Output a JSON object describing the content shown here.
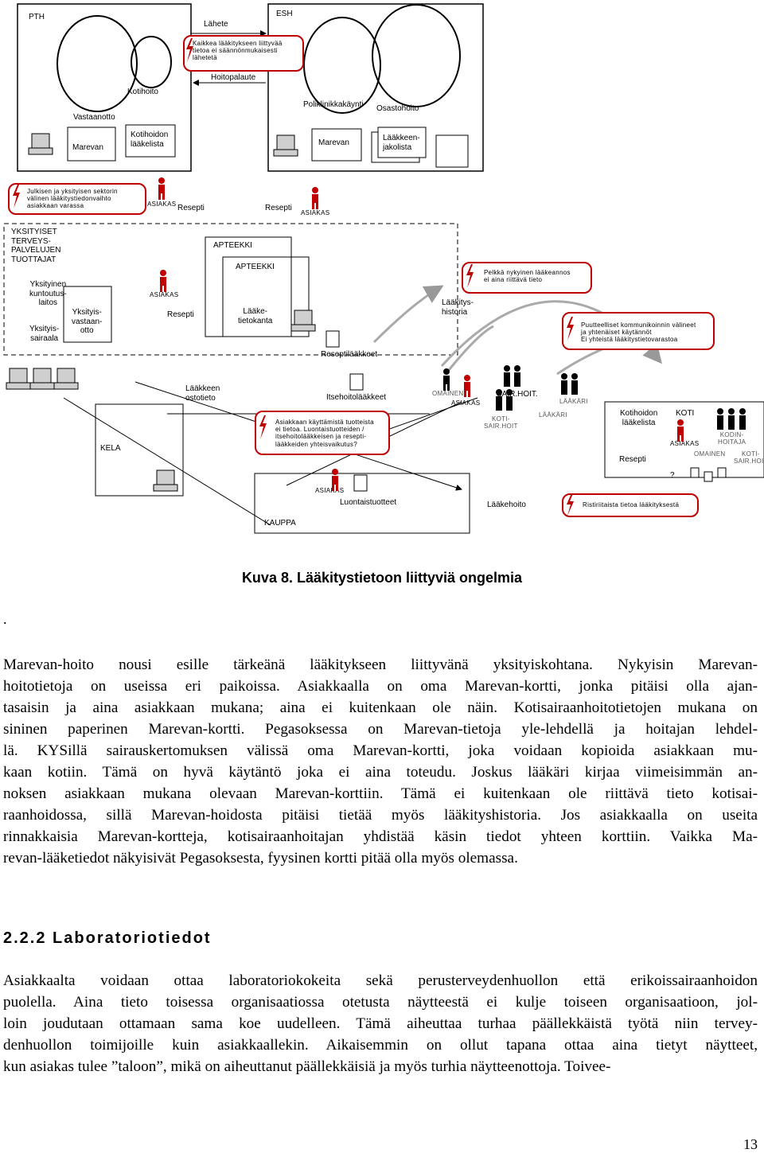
{
  "diagram": {
    "top": {
      "pth": "PTH",
      "esh": "ESH",
      "lahete": "Lähete",
      "hoitopalaute": "Hoitopalaute",
      "warning_top": "Kaikkea lääkitykseen liittyvää\ntietoa ei säännönmukaisesti\nlähetetä",
      "vastaanotto": "Vastaanotto",
      "kotihoito": "Kotihoito",
      "poliklinikkakaynti": "Poliklinikkakäynti",
      "osastohoito": "Osastohoito",
      "marevan_left": "Marevan",
      "kotihoidon_laakelista": "Kotihoidon\nlääkelista",
      "marevan_right": "Marevan",
      "laakkeenjakolista": "Lääkkeen-\njakolista"
    },
    "middle": {
      "warning_julkinen": "Julkisen ja yksityisen sektorin\nvälinen lääkitystiedonvaihto\nasiakkaan varassa",
      "asiakas_1": "ASIAKAS",
      "resepti_1": "Resepti",
      "resepti_2": "Resepti",
      "asiakas_2": "ASIAKAS",
      "yksityiset": "YKSITYISET\nTERVEYS-\nPALVELUJEN\nTUOTTAJAT",
      "kuntoutuslaitos": "Yksityinen\nkuntoutus-\nlaitos",
      "yksityisvastaanotto": "Yksityis-\nvastaan-\notto",
      "yksityissairaala": "Yksityis-\nsairaala",
      "apteekki_outer": "APTEEKKI",
      "apteekki_inner": "APTEEKKI",
      "asiakas_3": "ASIAKAS",
      "resepti_3": "Resepti",
      "laaketietokanta": "Lääke-\ntietokanta",
      "reseptilaakkeet": "Reseptilääkkeet",
      "laakityshistoria": "Lääkitys-\nhistoria",
      "warning_pelkka": "Pelkkä nykyinen lääkeannos\nei aina riittävä tieto",
      "warning_puutteelliset": "Puutteelliset kommunikoinnin välineet\nja yhtenäiset käytännöt\nEi yhteistä lääkitystietovarastoa"
    },
    "bottom": {
      "laakkeen_ostotieto": "Lääkkeen\nostotieto",
      "itsehoitolaakkeet": "Itsehoitolääkkeet",
      "warning_asiakkaan": "Asiakkaan käyttämistä tuotteista\nei tietoa. Luontaistuotteiden /\nitsehoitolääkkeisen ja resepti-\nlääkkeiden yhteisvaikutus?",
      "kela": "KELA",
      "omainen_1": "OMAINEN",
      "asiakas_4": "ASIAKAS",
      "sairhoit": "SAIR.HOIT.",
      "kotisairhoit": "KOTI-\nSAIR.HOIT",
      "laakari_1": "LÄÄKÄRI",
      "laakari_2": "LÄÄKÄRI",
      "kotihoidon_laakelista": "Kotihoidon\nlääkelista",
      "resepti_4": "Resepti",
      "koti": "KOTI",
      "asiakas_5": "ASIAKAS",
      "kodinhoitaja": "KODIN-\nHOITAJA",
      "omainen_2": "OMAINEN",
      "kotisairhoit_2": "KOTI-\nSAIR.HOIT",
      "question": "?",
      "asiakas_6": "ASIAKAS",
      "luontaistuotteet": "Luontaistuotteet",
      "laakehoito": "Lääkehoito",
      "warning_ristiriitaista": "Ristiriitaista tietoa lääkityksestä",
      "kauppa": "KAUPPA"
    }
  },
  "caption": "Kuva 8. Lääkitystietoon liittyviä ongelmia",
  "dot": ".",
  "paragraph_1_lines": [
    "Marevan-hoito nousi esille tärkeänä lääkitykseen liittyvänä yksityiskohtana. Nykyisin Marevan-",
    "hoitotietoja on useissa eri paikoissa. Asiakkaalla on oma Marevan-kortti, jonka pitäisi olla ajan-",
    "tasaisin ja aina asiakkaan mukana; aina ei kuitenkaan ole näin. Kotisairaanhoitotietojen mukana on",
    "sininen paperinen Marevan-kortti. Pegasoksessa on Marevan-tietoja yle-lehdellä ja hoitajan lehdel-",
    "lä. KYSillä sairauskertomuksen välissä oma Marevan-kortti, joka voidaan kopioida asiakkaan mu-",
    "kaan kotiin. Tämä on hyvä käytäntö joka ei aina toteudu. Joskus lääkäri kirjaa viimeisimmän an-",
    "noksen asiakkaan mukana olevaan Marevan-korttiin. Tämä ei kuitenkaan ole riittävä tieto kotisai-",
    "raanhoidossa, sillä Marevan-hoidosta pitäisi tietää myös lääkityshistoria. Jos asiakkaalla on useita",
    "rinnakkaisia Marevan-kortteja, kotisairaanhoitajan yhdistää käsin tiedot yhteen korttiin. Vaikka Ma-",
    "revan-lääketiedot näkyisivät Pegasoksesta, fyysinen kortti pitää olla myös olemassa."
  ],
  "section_heading": "2.2.2   Laboratoriotiedot",
  "paragraph_2_lines": [
    "Asiakkaalta voidaan ottaa laboratoriokokeita sekä perusterveydenhuollon että erikoissairaanhoidon",
    "puolella. Aina tieto toisessa organisaatiossa otetusta näytteestä ei kulje toiseen organisaatioon, jol-",
    "loin joudutaan ottamaan sama koe uudelleen. Tämä aiheuttaa turhaa päällekkäistä työtä niin tervey-",
    "denhuollon toimijoille kuin asiakkaallekin. Aikaisemmin on ollut tapana ottaa aina tietyt näytteet,",
    "kun asiakas tulee ”taloon”, mikä on aiheuttanut päällekkäisiä ja myös turhia näytteenottoja. Toivee-"
  ],
  "page_number": "13",
  "colors": {
    "warning_border": "#c00000",
    "person": "#c00000",
    "ink": "#000000"
  }
}
